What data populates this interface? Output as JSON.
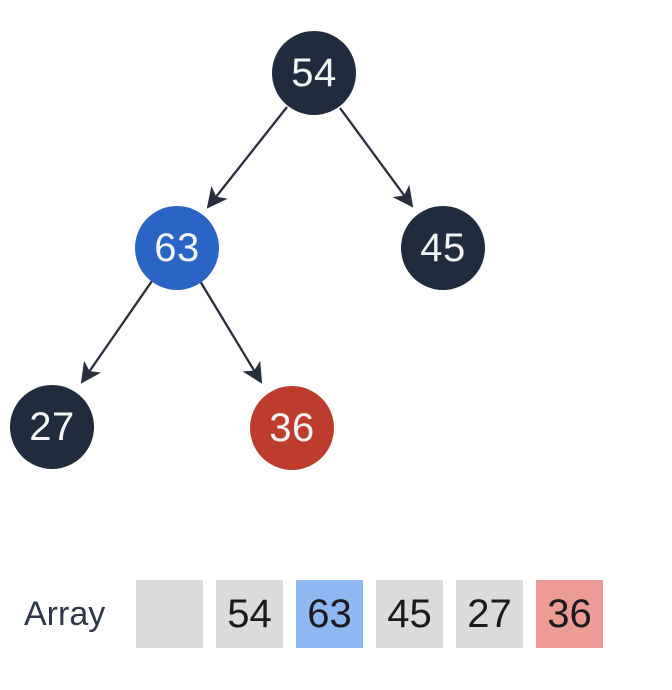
{
  "colors": {
    "background": "#ffffff",
    "node_dark": "#202B3D",
    "node_blue": "#2A64C5",
    "node_red": "#BD3C2D",
    "node_text": "#F2F4F6",
    "edge": "#272F3E",
    "cell_gray": "#DBDBDB",
    "cell_blue": "#8FB8F3",
    "cell_red": "#EC9C94",
    "cell_text": "#1B1B1D",
    "array_label_text": "#2D3748"
  },
  "tree": {
    "nodes": [
      {
        "value": "54",
        "color": "#202B3D"
      },
      {
        "value": "63",
        "color": "#2A64C5"
      },
      {
        "value": "45",
        "color": "#202B3D"
      },
      {
        "value": "27",
        "color": "#202B3D"
      },
      {
        "value": "36",
        "color": "#BD3C2D"
      }
    ],
    "edges": [
      {
        "from": "54",
        "to": "63"
      },
      {
        "from": "54",
        "to": "45"
      },
      {
        "from": "63",
        "to": "27"
      },
      {
        "from": "63",
        "to": "36"
      }
    ]
  },
  "array": {
    "label": "Array",
    "cells": [
      {
        "value": "",
        "color": "#DBDBDB"
      },
      {
        "value": "54",
        "color": "#DBDBDB"
      },
      {
        "value": "63",
        "color": "#8FB8F3"
      },
      {
        "value": "45",
        "color": "#DBDBDB"
      },
      {
        "value": "27",
        "color": "#DBDBDB"
      },
      {
        "value": "36",
        "color": "#EC9C94"
      }
    ]
  }
}
